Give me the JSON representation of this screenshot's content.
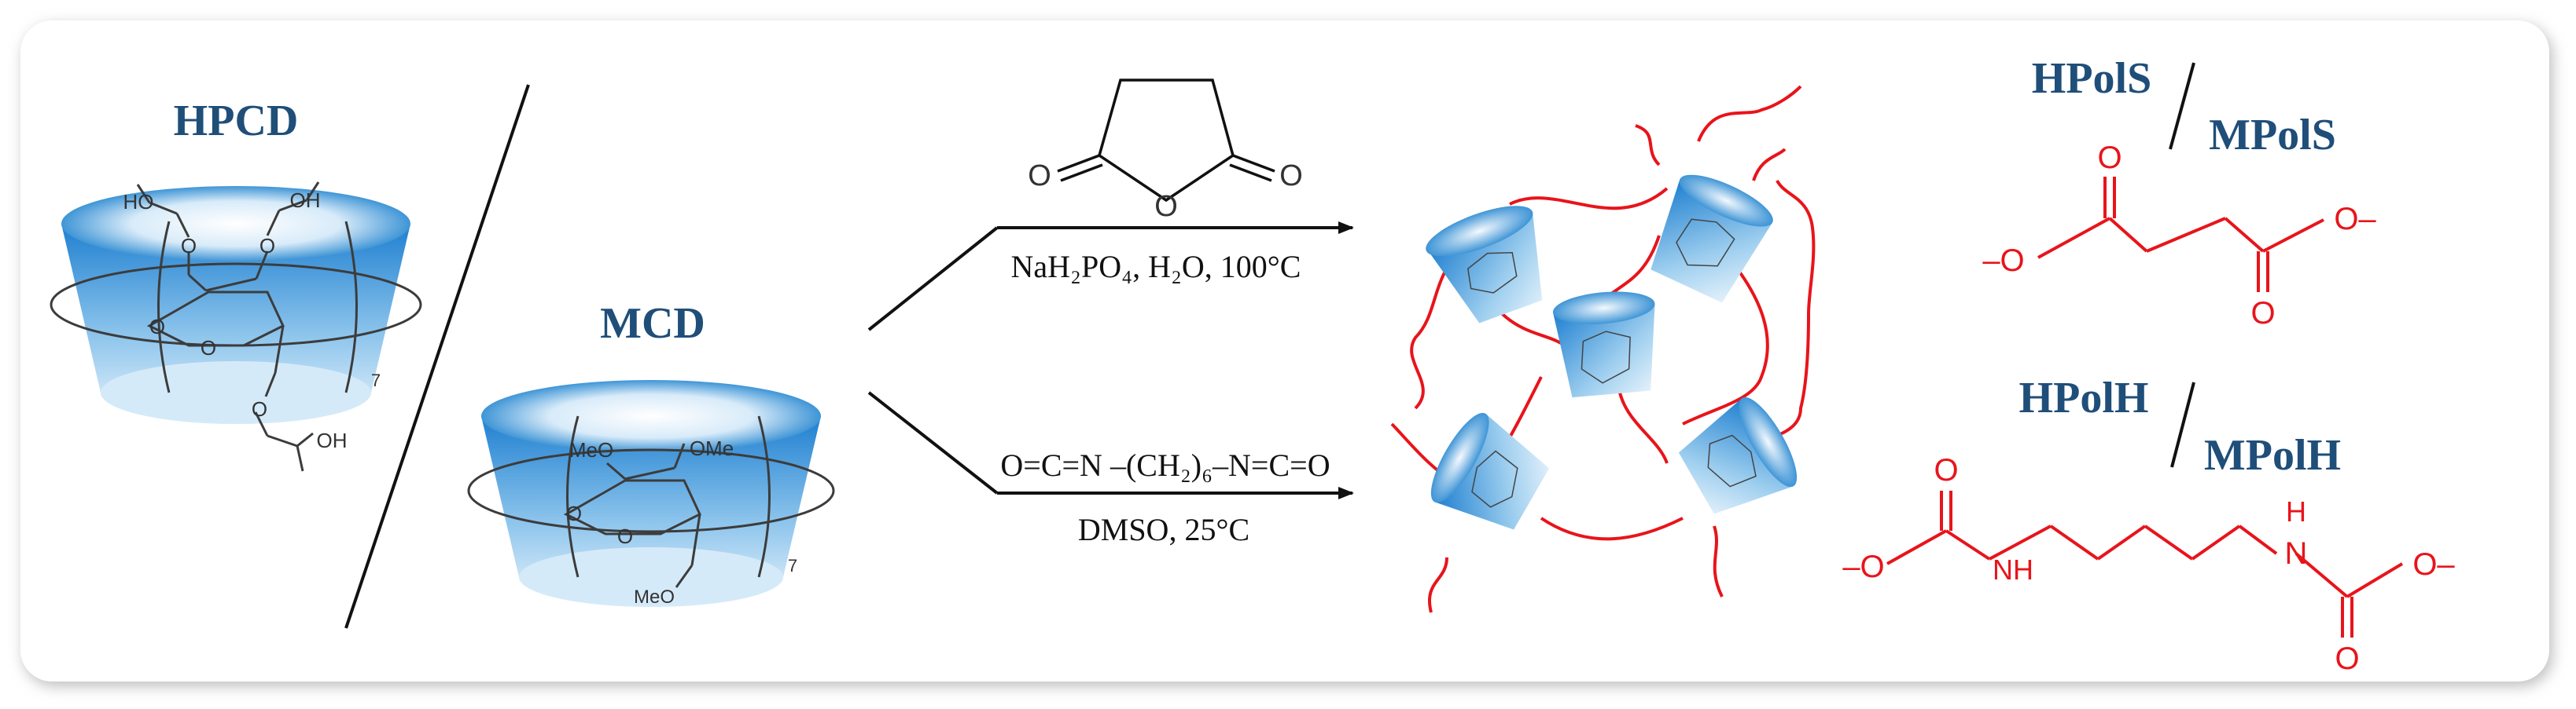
{
  "labels": {
    "hpcd": "HPCD",
    "mcd": "MCD",
    "hpols": "HPolS",
    "mpols": "MPolS",
    "hpolh": "HPolH",
    "mpolh": "MPolH"
  },
  "hpcd_structure": {
    "oh_left": "HO",
    "oh_right": "OH",
    "o_a": "O",
    "o_b": "O",
    "o_c": "O",
    "o_d": "O",
    "o_e": "O",
    "oh_bottom": "OH",
    "subscript": "7"
  },
  "mcd_structure": {
    "ome_left": "MeO",
    "ome_right": "OMe",
    "o_a": "O",
    "o_b": "O",
    "ome_bottom": "MeO",
    "subscript": "7"
  },
  "reactions": {
    "top": {
      "reagent_o_left": "O",
      "reagent_o_ring": "O",
      "reagent_o_right": "O",
      "condition": "NaH₂PO₄, H₂O, 100°C"
    },
    "bottom": {
      "reagent": "O=C=N –(CH₂)₆–N=C=O",
      "condition": "DMSO, 25°C"
    }
  },
  "succinate": {
    "o_top": "O",
    "o_left": "–O",
    "o_right": "O–",
    "o_bottom": "O"
  },
  "urethane": {
    "o_top": "O",
    "o_left": "–O",
    "nh_left": "NH",
    "n_right": "N",
    "h_right": "H",
    "o_right": "O–",
    "o_bottom": "O"
  },
  "colors": {
    "label_blue": "#1f4e79",
    "polymer_red": "#e8141b",
    "cup_blue": "#3f95d6"
  }
}
